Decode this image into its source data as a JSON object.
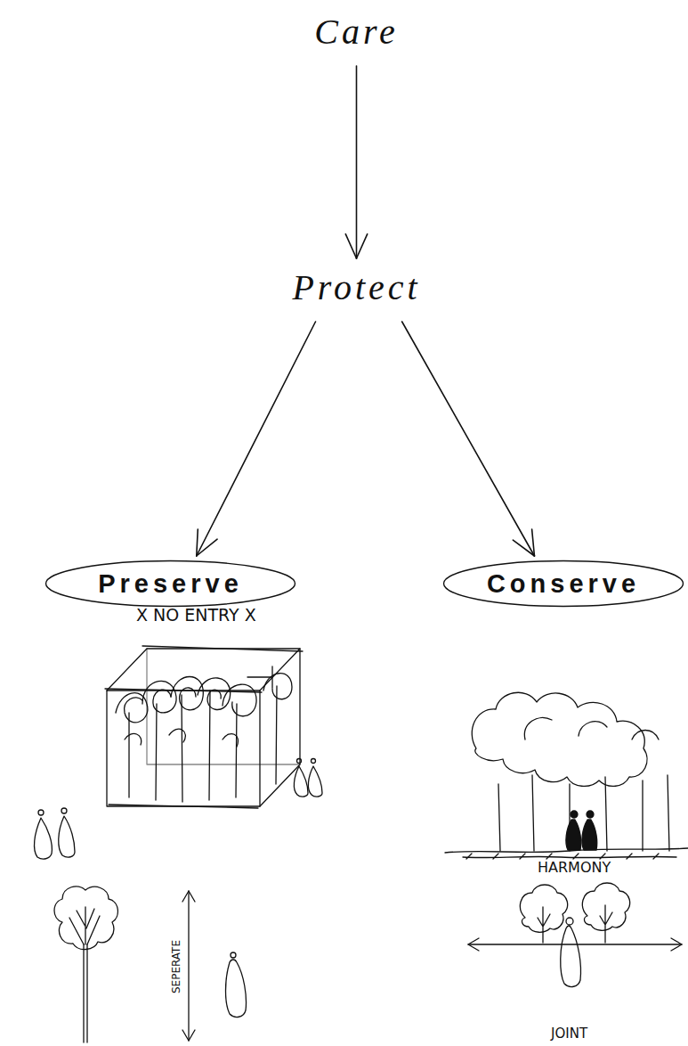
{
  "diagram": {
    "nodes": [
      {
        "text": [
          "Care"
        ]
      },
      {
        "text": [
          "Protect"
        ]
      },
      {
        "text": [
          "Preserve"
        ]
      },
      {
        "text": [
          "Conserve"
        ]
      }
    ],
    "edges": [
      {
        "from": 0,
        "to": 1,
        "arrow": "to"
      },
      {
        "from": 1,
        "to": 2,
        "arrow": "to"
      },
      {
        "from": 1,
        "to": 3,
        "arrow": "to"
      }
    ],
    "labels": [
      "X NO ENTRY X",
      "SEPERATE",
      "HARMONY",
      "JOINT"
    ]
  }
}
